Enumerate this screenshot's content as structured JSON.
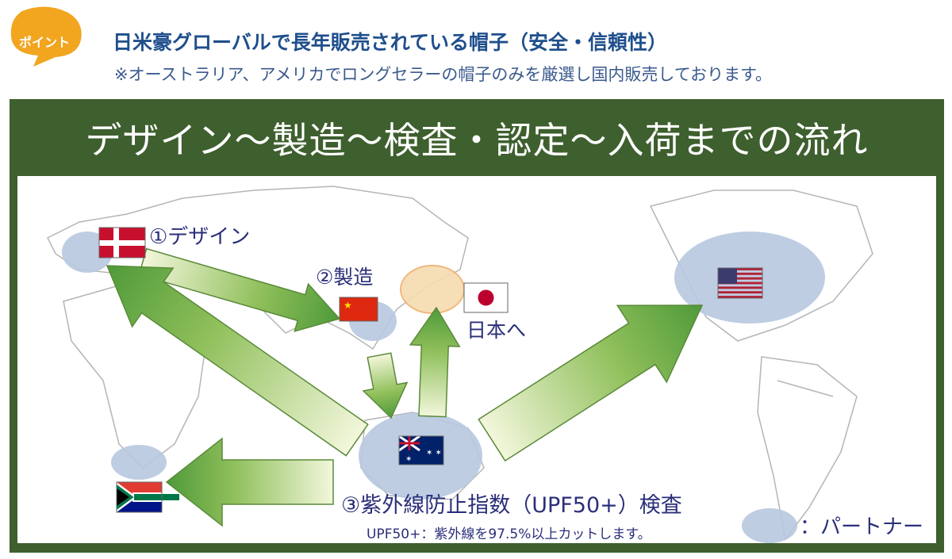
{
  "header": {
    "badge": "ポイント",
    "headline": "日米豪グローバルで長年販売されている帽子（安全・信頼性）",
    "subline": "※オーストラリア、アメリカでロングセラーの帽子のみを厳選し国内販売しております。"
  },
  "diagram": {
    "title": "デザイン〜製造〜検査・認定〜入荷までの流れ",
    "step1": "①デザイン",
    "step2": "②製造",
    "to_japan": "日本へ",
    "step3": "③紫外線防止指数（UPF50+）検査",
    "upf_note": "UPF50+：紫外線を97.5%以上カットします。",
    "legend": "：パートナー"
  },
  "colors": {
    "frame": "#3e5f2e",
    "partner": "#b8c8e0",
    "japan_highlight": "#f6dcb0",
    "arrow": "#4f9a3a",
    "label": "#2b2f7a",
    "badge": "#f2a51f"
  }
}
